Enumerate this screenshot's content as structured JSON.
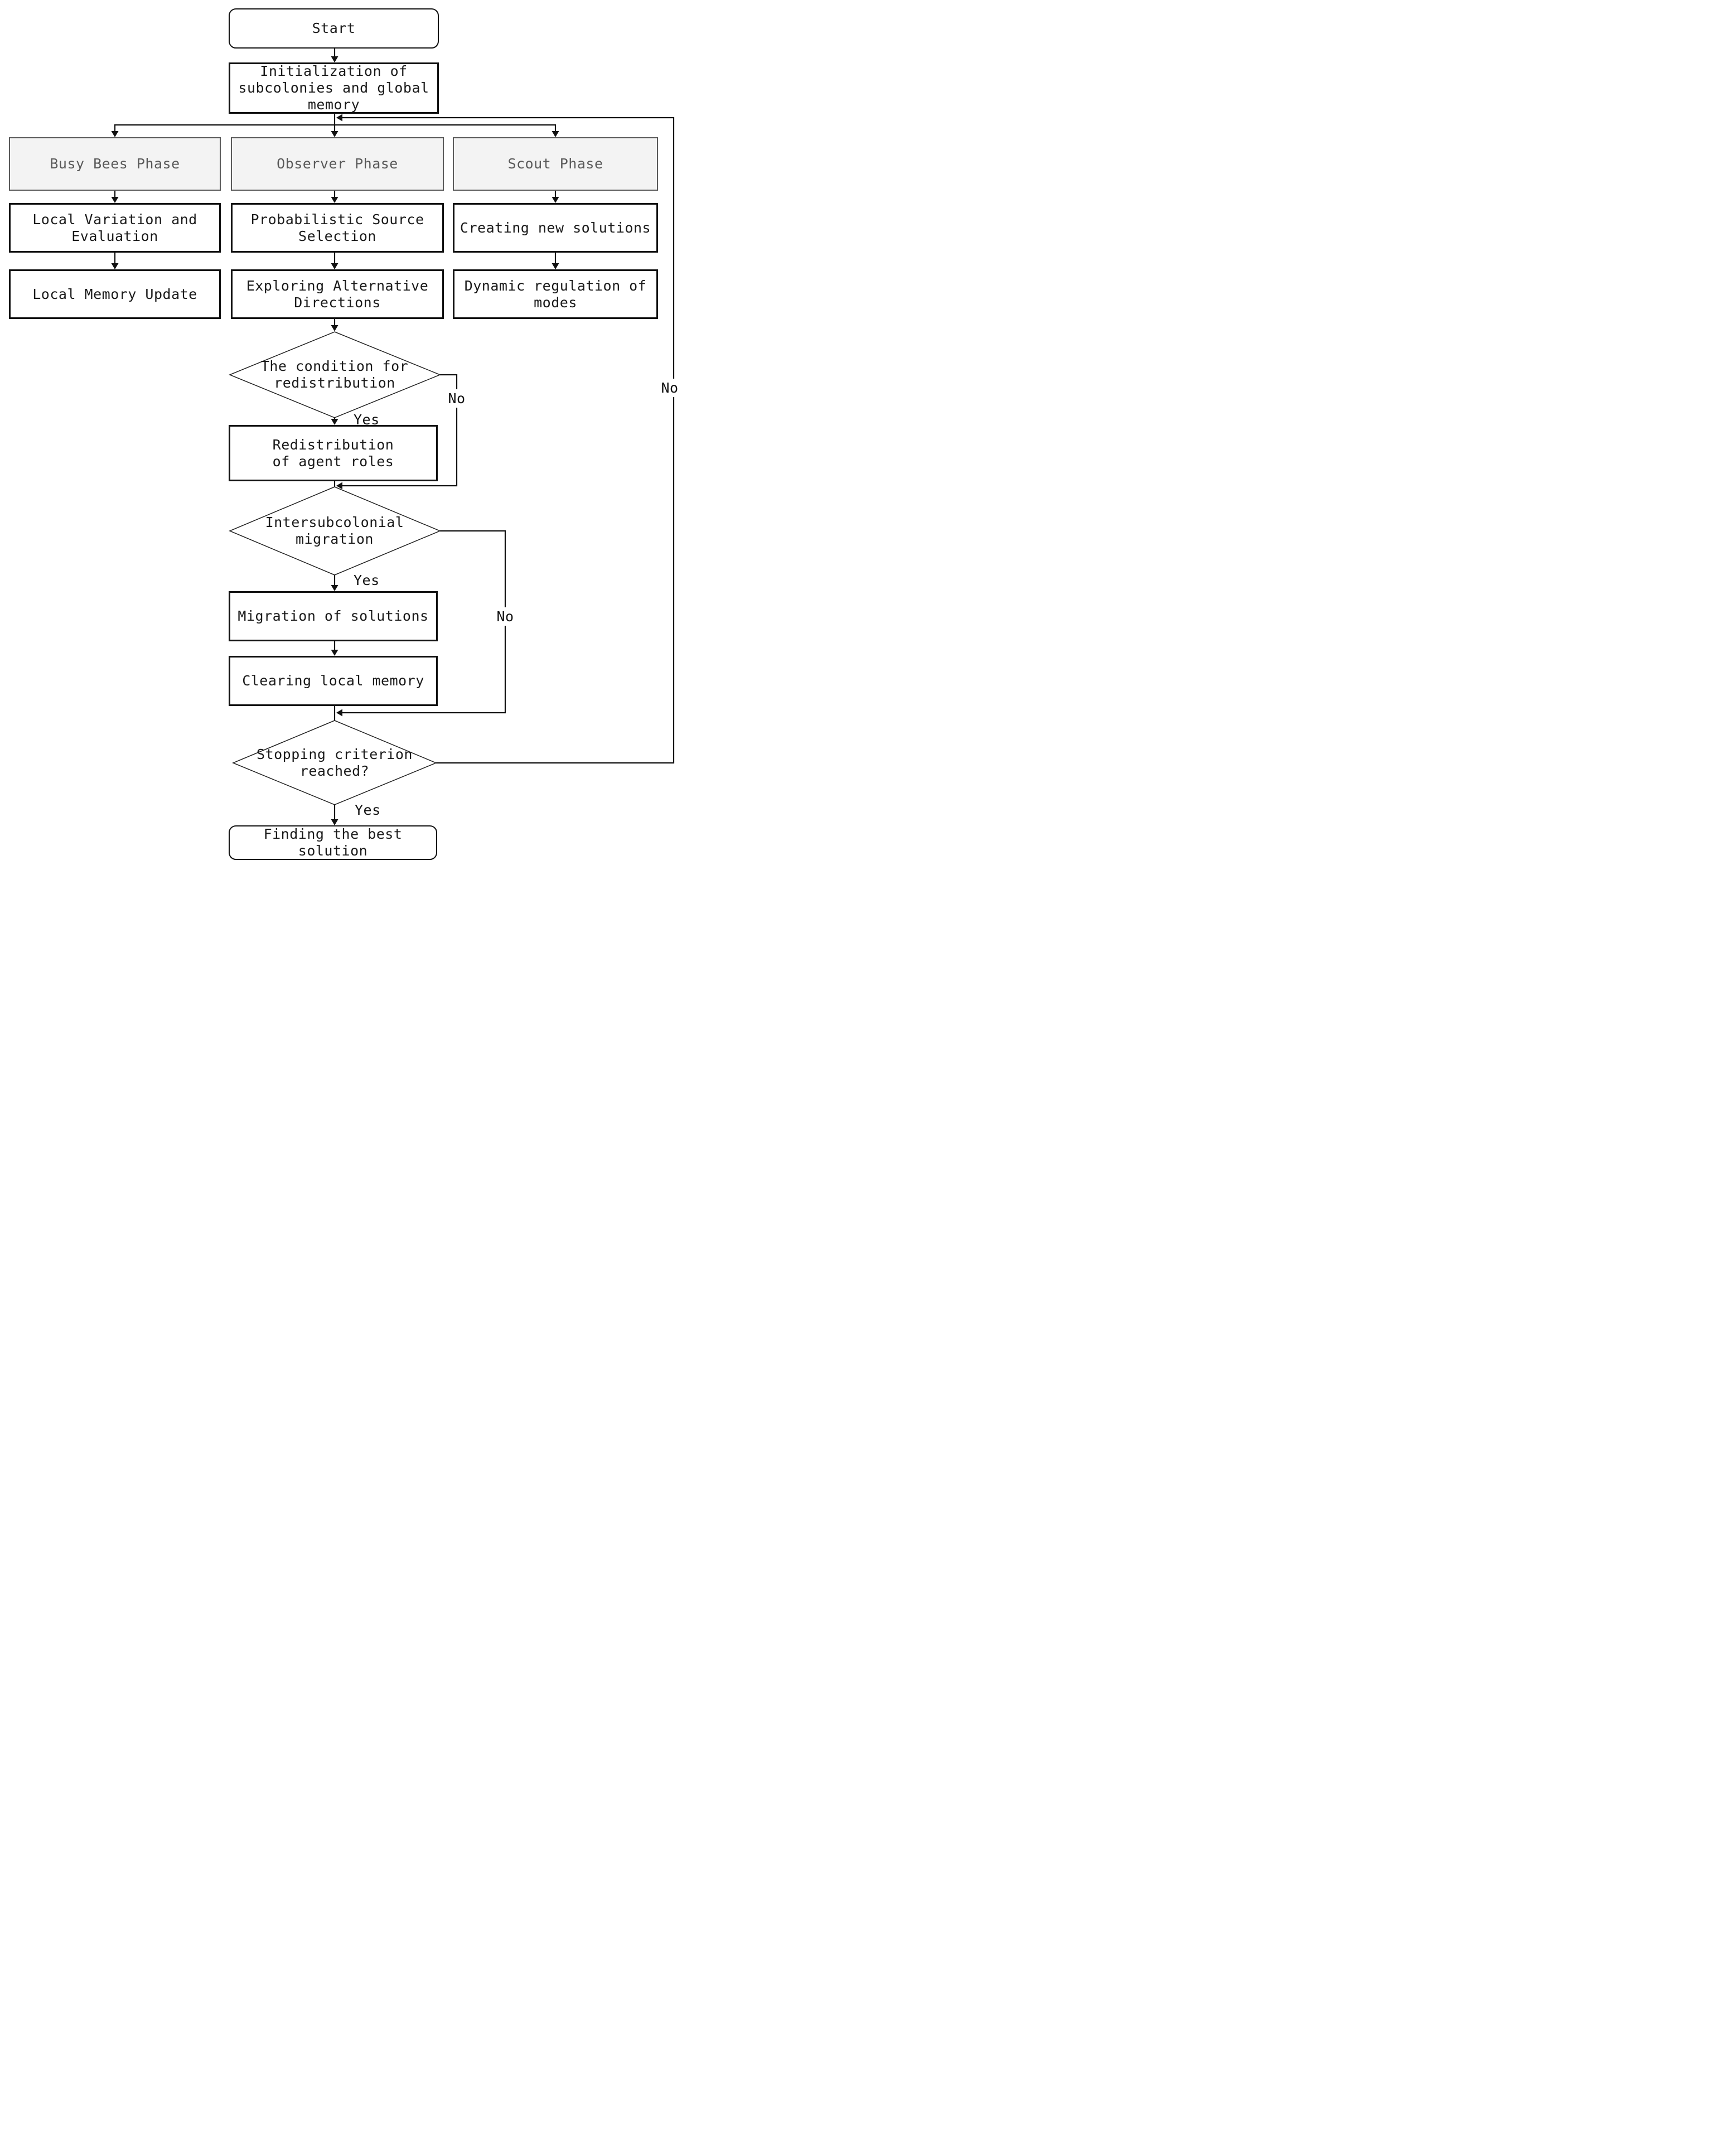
{
  "diagram": {
    "title": "Bee colony algorithm flowchart",
    "colors": {
      "background": "#ffffff",
      "line": "#111111",
      "phase_fill": "#f3f3f3",
      "phase_border": "#5a5a5a",
      "phase_text": "#595959",
      "text": "#1a1a1a"
    }
  },
  "nodes": {
    "start": {
      "label": "Start"
    },
    "init": {
      "label": "Initialization of\nsubcolonies and global\nmemory"
    },
    "busy_phase": {
      "label": "Busy Bees Phase"
    },
    "observer_phase": {
      "label": "Observer Phase"
    },
    "scout_phase": {
      "label": "Scout Phase"
    },
    "local_variation": {
      "label": "Local Variation and\nEvaluation"
    },
    "probabilistic_selection": {
      "label": "Probabilistic Source\nSelection"
    },
    "creating_solutions": {
      "label": "Creating new solutions"
    },
    "local_memory_update": {
      "label": "Local Memory Update"
    },
    "exploring_directions": {
      "label": "Exploring Alternative\nDirections"
    },
    "dynamic_regulation": {
      "label": "Dynamic regulation of\nmodes"
    },
    "condition_redistribution": {
      "label": "The condition for\nredistribution"
    },
    "redistribution_roles": {
      "label": "Redistribution\nof agent roles"
    },
    "intersubcolonial_migration": {
      "label": "Intersubcolonial\nmigration"
    },
    "migration_solutions": {
      "label": "Migration of solutions"
    },
    "clearing_memory": {
      "label": "Clearing local memory"
    },
    "stopping_criterion": {
      "label": "Stopping criterion\nreached?"
    },
    "finding_best": {
      "label": "Finding the best\nsolution"
    }
  },
  "edge_labels": {
    "yes1": "Yes",
    "no1": "No",
    "yes2": "Yes",
    "no2": "No",
    "yes3": "Yes",
    "no3": "No"
  }
}
